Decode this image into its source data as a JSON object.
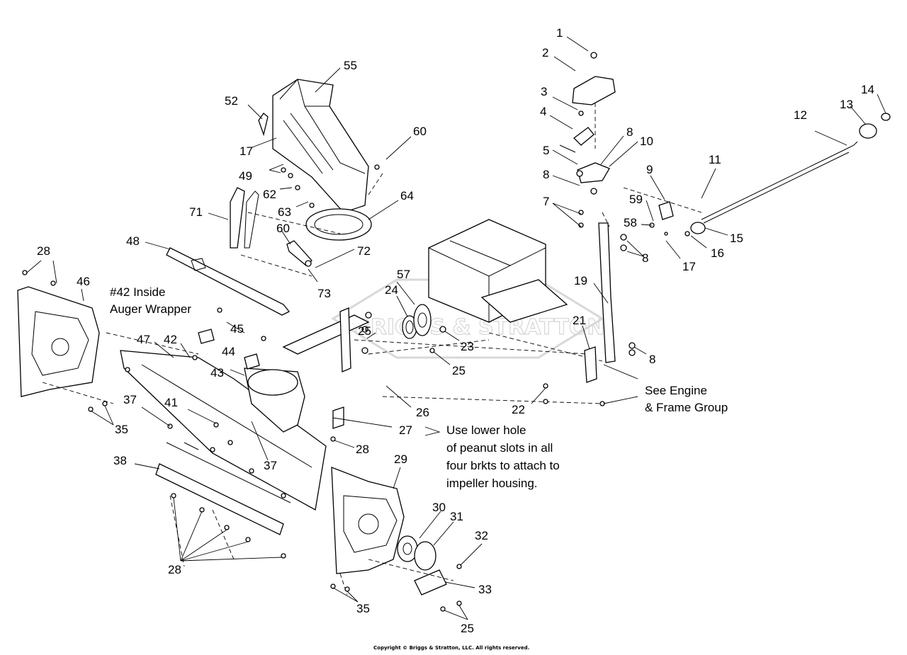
{
  "callouts": [
    {
      "id": "c1",
      "text": "1"
    },
    {
      "id": "c2",
      "text": "2"
    },
    {
      "id": "c3",
      "text": "3"
    },
    {
      "id": "c4",
      "text": "4"
    },
    {
      "id": "c5",
      "text": "5"
    },
    {
      "id": "c8a",
      "text": "8"
    },
    {
      "id": "c10",
      "text": "10"
    },
    {
      "id": "c8b",
      "text": "8"
    },
    {
      "id": "c9",
      "text": "9"
    },
    {
      "id": "c11",
      "text": "11"
    },
    {
      "id": "c12",
      "text": "12"
    },
    {
      "id": "c13",
      "text": "13"
    },
    {
      "id": "c14",
      "text": "14"
    },
    {
      "id": "c7",
      "text": "7"
    },
    {
      "id": "c59",
      "text": "59"
    },
    {
      "id": "c58",
      "text": "58"
    },
    {
      "id": "c15",
      "text": "15"
    },
    {
      "id": "c16",
      "text": "16"
    },
    {
      "id": "c8c",
      "text": "8"
    },
    {
      "id": "c17a",
      "text": "17"
    },
    {
      "id": "c19",
      "text": "19"
    },
    {
      "id": "c21",
      "text": "21"
    },
    {
      "id": "c8d",
      "text": "8"
    },
    {
      "id": "c22",
      "text": "22"
    },
    {
      "id": "c55",
      "text": "55"
    },
    {
      "id": "c52",
      "text": "52"
    },
    {
      "id": "c60a",
      "text": "60"
    },
    {
      "id": "c17b",
      "text": "17"
    },
    {
      "id": "c49",
      "text": "49"
    },
    {
      "id": "c62",
      "text": "62"
    },
    {
      "id": "c63",
      "text": "63"
    },
    {
      "id": "c64",
      "text": "64"
    },
    {
      "id": "c71",
      "text": "71"
    },
    {
      "id": "c60b",
      "text": "60"
    },
    {
      "id": "c72",
      "text": "72"
    },
    {
      "id": "c73",
      "text": "73"
    },
    {
      "id": "c48",
      "text": "48"
    },
    {
      "id": "c57",
      "text": "57"
    },
    {
      "id": "c24",
      "text": "24"
    },
    {
      "id": "c23",
      "text": "23"
    },
    {
      "id": "c25a",
      "text": "25"
    },
    {
      "id": "c25b",
      "text": "25"
    },
    {
      "id": "c26",
      "text": "26"
    },
    {
      "id": "c27",
      "text": "27"
    },
    {
      "id": "c28a",
      "text": "28"
    },
    {
      "id": "c46",
      "text": "46"
    },
    {
      "id": "c45",
      "text": "45"
    },
    {
      "id": "c42",
      "text": "42"
    },
    {
      "id": "c47",
      "text": "47"
    },
    {
      "id": "c44",
      "text": "44"
    },
    {
      "id": "c43",
      "text": "43"
    },
    {
      "id": "c37a",
      "text": "37"
    },
    {
      "id": "c41",
      "text": "41"
    },
    {
      "id": "c35a",
      "text": "35"
    },
    {
      "id": "c37b",
      "text": "37"
    },
    {
      "id": "c28b",
      "text": "28"
    },
    {
      "id": "c29",
      "text": "29"
    },
    {
      "id": "c38",
      "text": "38"
    },
    {
      "id": "c30",
      "text": "30"
    },
    {
      "id": "c31",
      "text": "31"
    },
    {
      "id": "c32",
      "text": "32"
    },
    {
      "id": "c33",
      "text": "33"
    },
    {
      "id": "c28c",
      "text": "28"
    },
    {
      "id": "c35b",
      "text": "35"
    },
    {
      "id": "c25c",
      "text": "25"
    }
  ],
  "notes": {
    "inside_line1": "#42 Inside",
    "inside_line2": "Auger Wrapper",
    "engine_line1": "See Engine",
    "engine_line2": "& Frame Group",
    "lower_line1": "Use lower hole",
    "lower_line2": "of peanut slots in all",
    "lower_line3": "four brkts to attach to",
    "lower_line4": "impeller housing."
  },
  "watermark": "BRIGGS & STRATTON",
  "copyright": "Copyright © Briggs & Stratton, LLC. All rights reserved."
}
